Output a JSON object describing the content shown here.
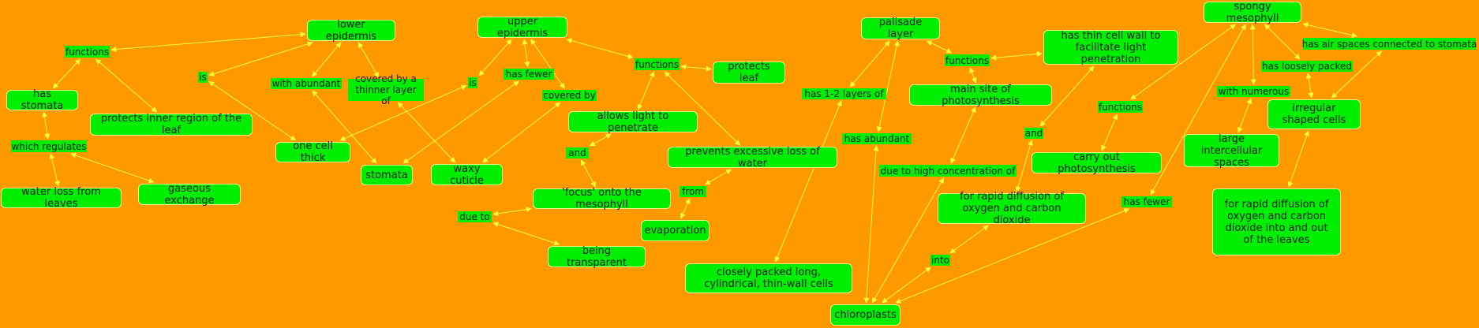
{
  "colors": {
    "background": "#ff9900",
    "node_fill": "#00ee00",
    "node_border": "#eaf58a",
    "link": "#ffff33",
    "text": "#1c1c1c"
  },
  "nodes": {
    "lower_epidermis": "lower epidermis",
    "upper_epidermis": "upper epidermis",
    "palisade_layer": "palisade layer",
    "spongy_mesophyll": "spongy mesophyll",
    "has_stomata": "has stomata",
    "protects_inner_region": "protects inner region of the leaf",
    "one_cell_thick": "one cell thick",
    "stomata": "stomata",
    "waxy_cuticle": "waxy cuticle",
    "water_loss": "water loss from leaves",
    "gaseous_exchange": "gaseous exchange",
    "allows_light": "allows light to penetrate",
    "focus_mesophyll": "'focus' onto the mesophyll",
    "being_transparent": "being transparent",
    "evaporation": "evaporation",
    "prevents_water_loss": "prevents excessive loss of water",
    "protects_leaf": "protects leaf",
    "closely_packed": "closely packed long, cylindrical, thin-wall cells",
    "chloroplasts": "chloroplasts",
    "main_site": "main site of photosynthesis",
    "thin_cell_wall": "has thin cell wall to facilitate light penetration",
    "rapid_diffusion_1": "for rapid diffusion of oxygen and carbon dioxide",
    "carry_out_photosynthesis": "carry out photosynthesis",
    "large_intercellular": "large intercellular spaces",
    "irregular_cells": "irregular shaped cells",
    "rapid_diffusion_2": "for rapid diffusion of oxygen and carbon dioxide into and out of the leaves"
  },
  "labels": {
    "functions_1": "functions",
    "is_1": "is",
    "with_abundant": "with abundant",
    "covered_thinner": "covered by a thinner layer of",
    "which_regulates": "which regulates",
    "is_2": "is",
    "has_fewer_1": "has fewer",
    "covered_by": "covered by",
    "functions_2": "functions",
    "and_1": "and",
    "from": "from",
    "due_to": "due to",
    "has_1_2_layers": "has 1-2 layers of",
    "has_abundant": "has abundant",
    "functions_3": "functions",
    "due_to_high": "due to high concentration of",
    "and_2": "and",
    "into": "into",
    "functions_4": "functions",
    "has_fewer_2": "has fewer",
    "with_numerous": "with numerous",
    "has_loosely_packed": "has loosely packed",
    "has_air_spaces": "has air spaces connected to stomata"
  }
}
